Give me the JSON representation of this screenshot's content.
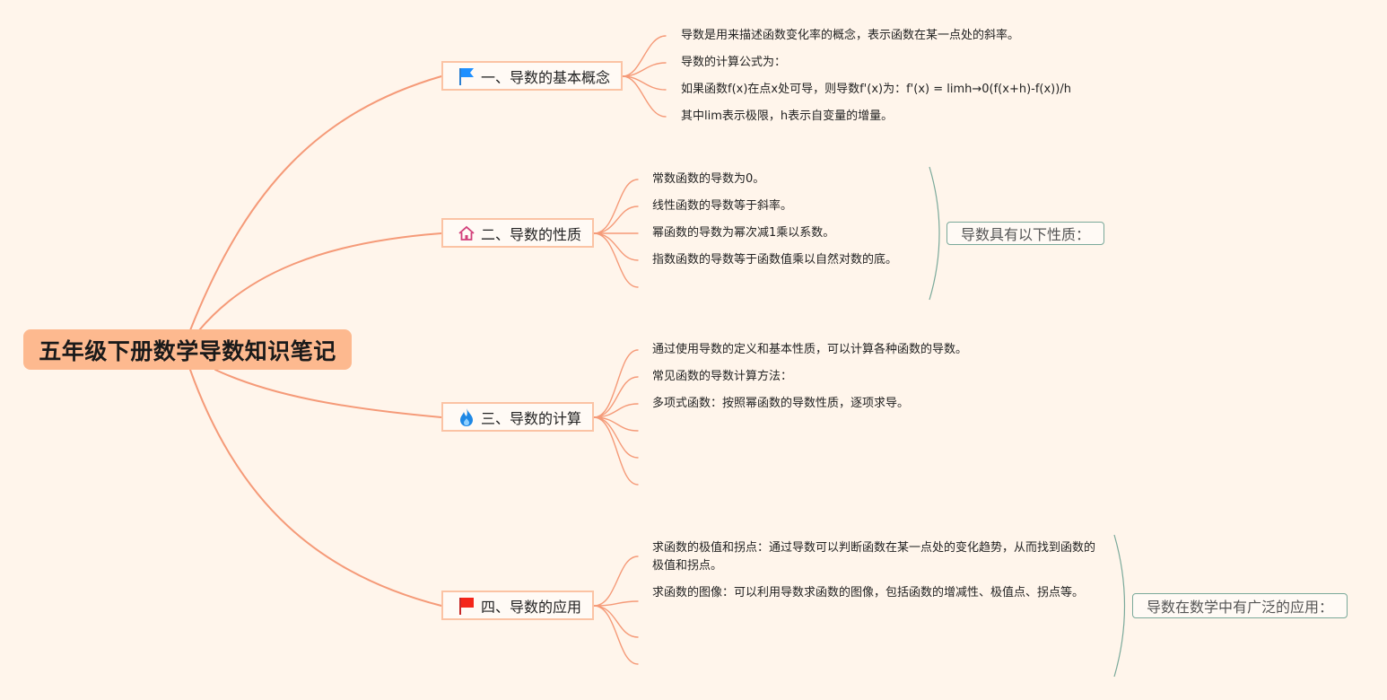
{
  "root": {
    "title": "五年级下册数学导数知识笔记"
  },
  "branches": [
    {
      "label": "一、导数的基本概念",
      "icon": "flag-icon",
      "items": [
        "导数是用来描述函数变化率的概念，表示函数在某一点处的斜率。",
        "导数的计算公式为：",
        "如果函数f(x)在点x处可导，则导数f'(x)为：f'(x) = limh→0(f(x+h)-f(x))/h",
        "其中lim表示极限，h表示自变量的增量。"
      ]
    },
    {
      "label": "二、导数的性质",
      "icon": "home-icon",
      "items": [
        "常数函数的导数为0。",
        "线性函数的导数等于斜率。",
        "幂函数的导数为幂次减1乘以系数。",
        "指数函数的导数等于函数值乘以自然对数的底。",
        ""
      ],
      "summary": "导数具有以下性质："
    },
    {
      "label": "三、导数的计算",
      "icon": "flame-icon",
      "items": [
        "通过使用导数的定义和基本性质，可以计算各种函数的导数。",
        "常见函数的导数计算方法：",
        "多项式函数：按照幂函数的导数性质，逐项求导。",
        "",
        "",
        ""
      ]
    },
    {
      "label": "四、导数的应用",
      "icon": "red-flag-icon",
      "items": [
        "求函数的极值和拐点：通过导数可以判断函数在某一点处的变化趋势，从而找到函数的极值和拐点。",
        "求函数的图像：可以利用导数求函数的图像，包括函数的增减性、极值点、拐点等。",
        "",
        ""
      ],
      "summary": "导数在数学中有广泛的应用："
    }
  ],
  "colors": {
    "background": "#fff5eb",
    "root_fill": "#fdb98f",
    "connector": "#f59a78",
    "branch_border": "#fbc3a4",
    "summary_border": "#7aa99a"
  }
}
